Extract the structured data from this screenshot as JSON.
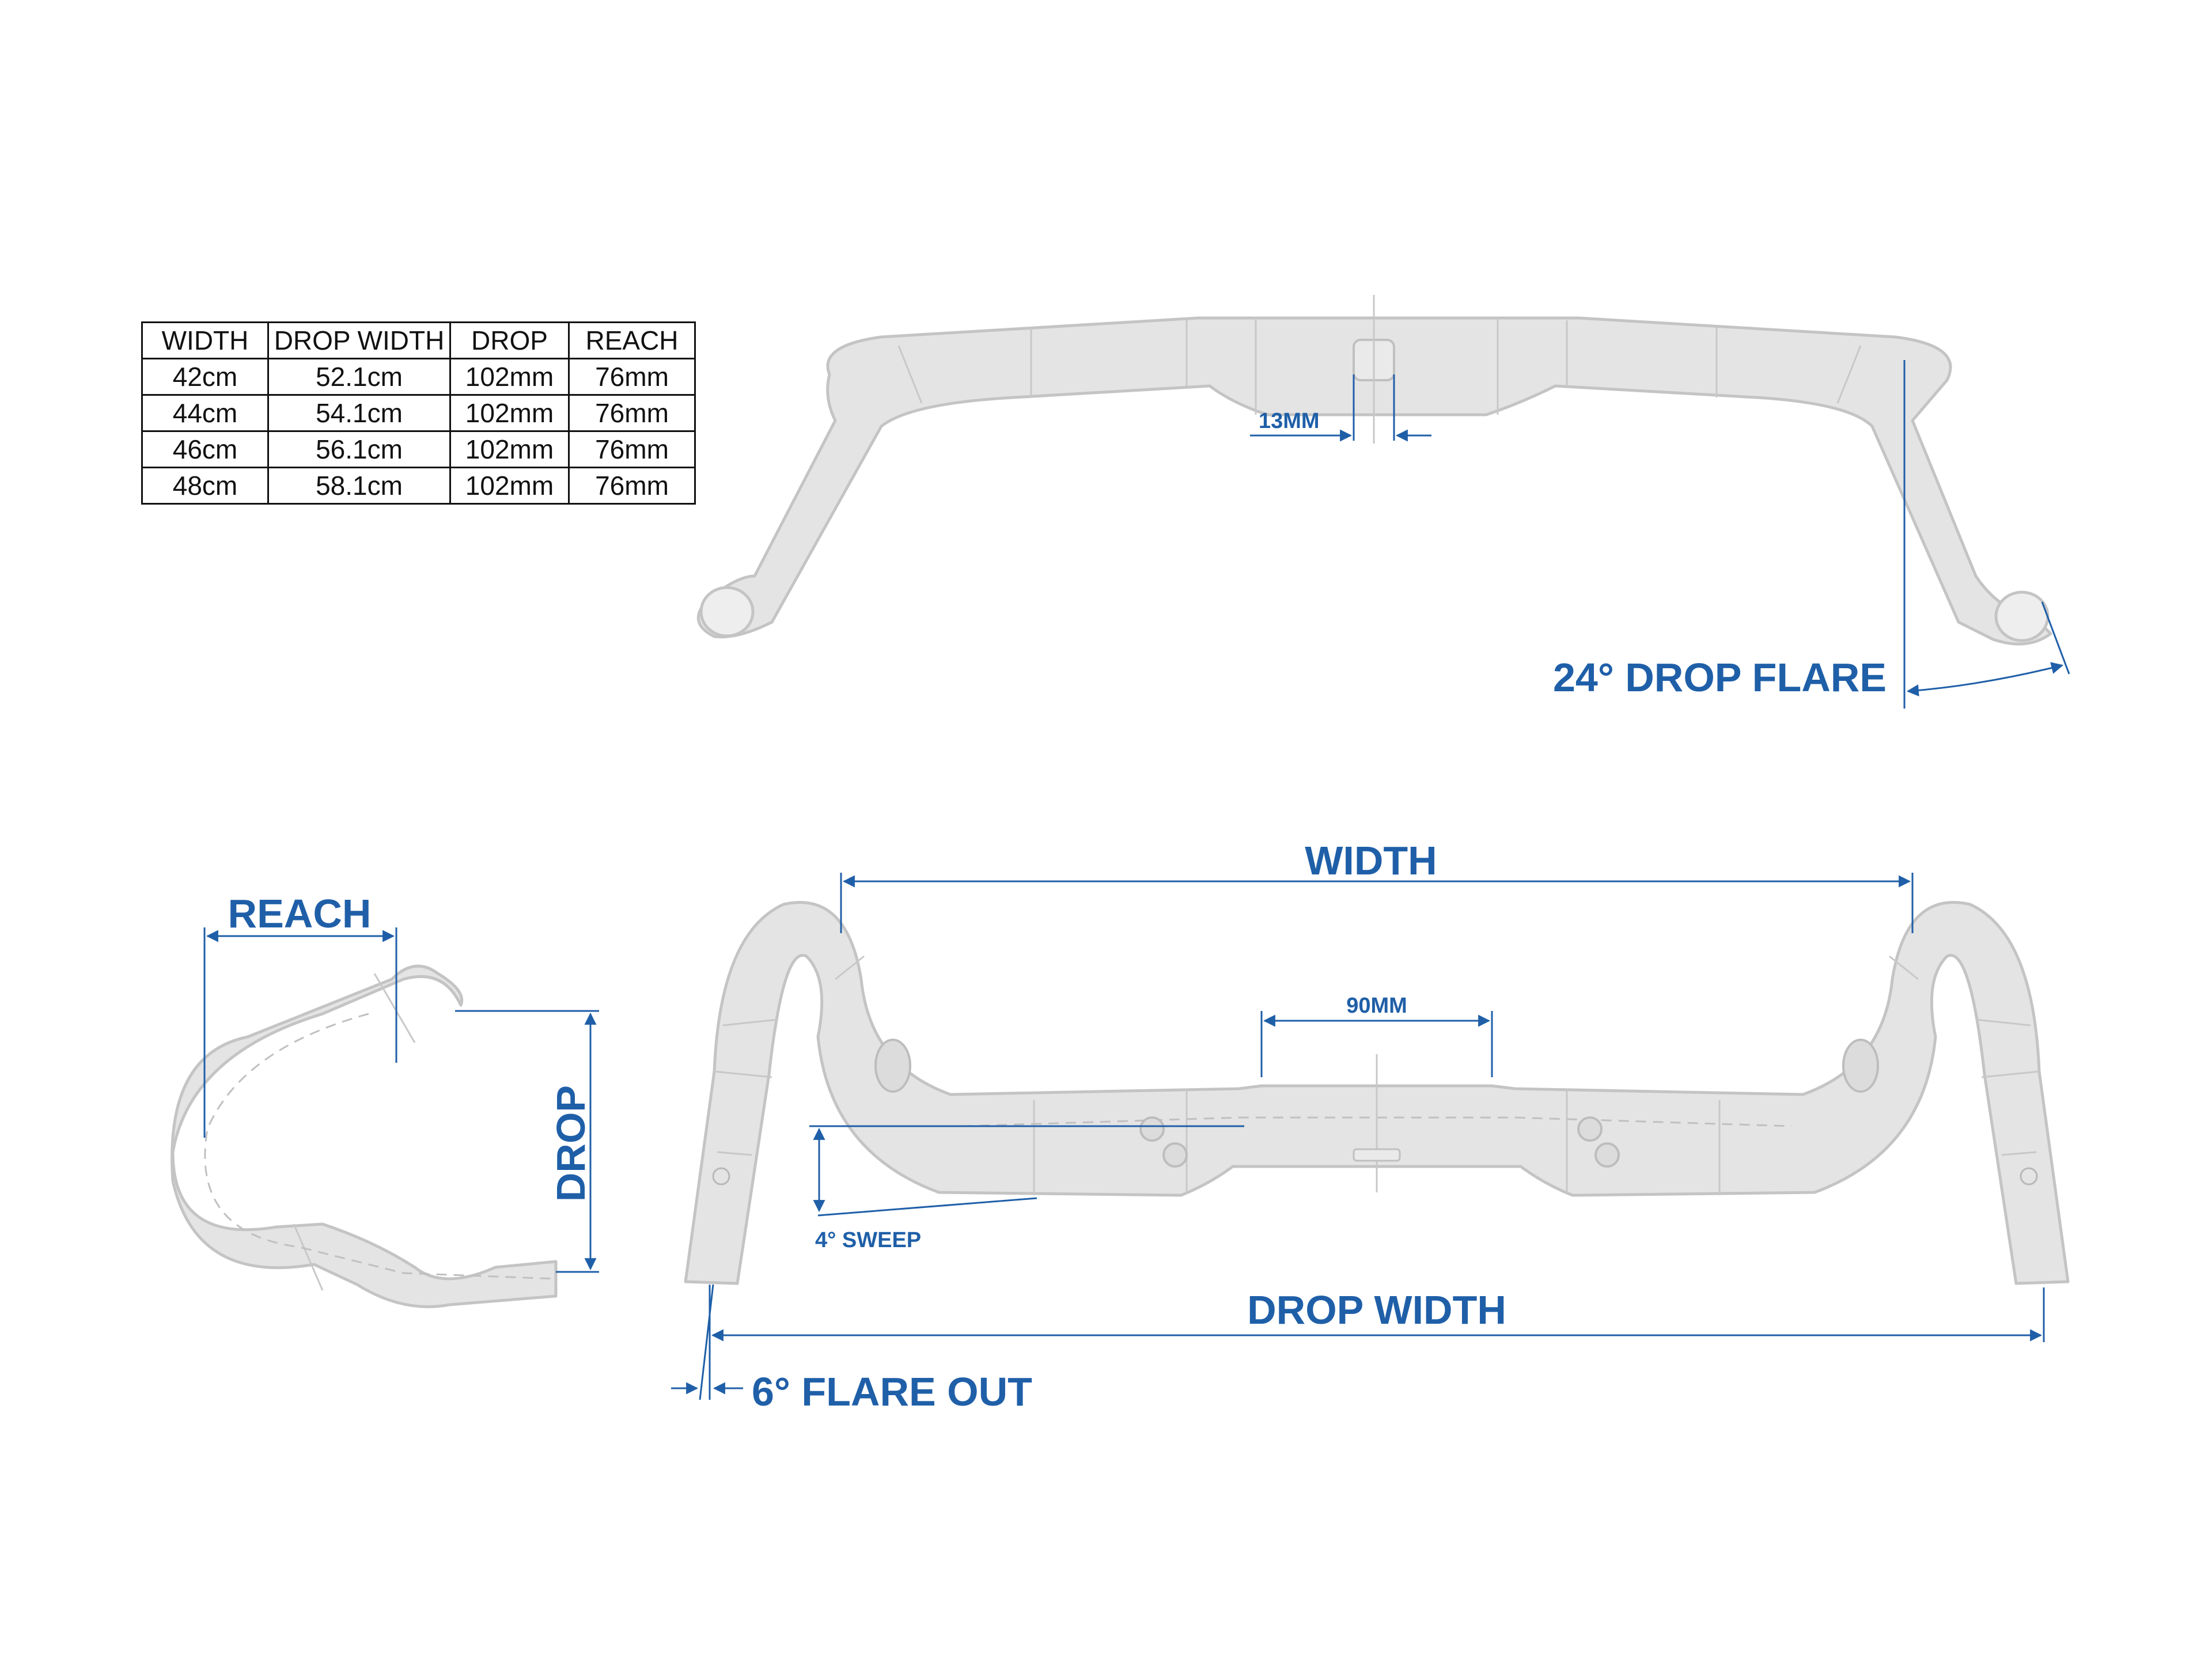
{
  "spec_table": {
    "headers": [
      "WIDTH",
      "DROP WIDTH",
      "DROP",
      "REACH"
    ],
    "rows": [
      [
        "42cm",
        "52.1cm",
        "102mm",
        "76mm"
      ],
      [
        "44cm",
        "54.1cm",
        "102mm",
        "76mm"
      ],
      [
        "46cm",
        "56.1cm",
        "102mm",
        "76mm"
      ],
      [
        "48cm",
        "58.1cm",
        "102mm",
        "76mm"
      ]
    ]
  },
  "labels": {
    "clamp_offset": "13MM",
    "drop_flare": "24° DROP FLARE",
    "reach": "REACH",
    "drop": "DROP",
    "width": "WIDTH",
    "center_width": "90MM",
    "sweep": "4° SWEEP",
    "drop_width": "DROP WIDTH",
    "flare_out": "6° FLARE OUT"
  },
  "colors": {
    "dimension": "#1f5fa8",
    "bar_fill": "#e4e4e4",
    "bar_outline": "#c4c4c4"
  }
}
